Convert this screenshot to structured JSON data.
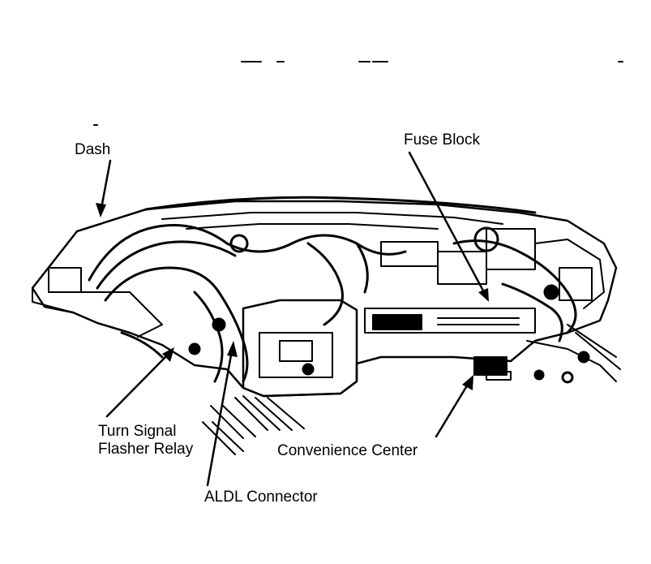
{
  "labels": {
    "dash": "Dash",
    "fuse_block": "Fuse Block",
    "turn_signal_line1": "Turn Signal",
    "turn_signal_line2": "Flasher Relay",
    "convenience_center": "Convenience Center",
    "aldl_connector": "ALDL Connector"
  },
  "colors": {
    "ink": "#000000",
    "paper": "#ffffff"
  }
}
